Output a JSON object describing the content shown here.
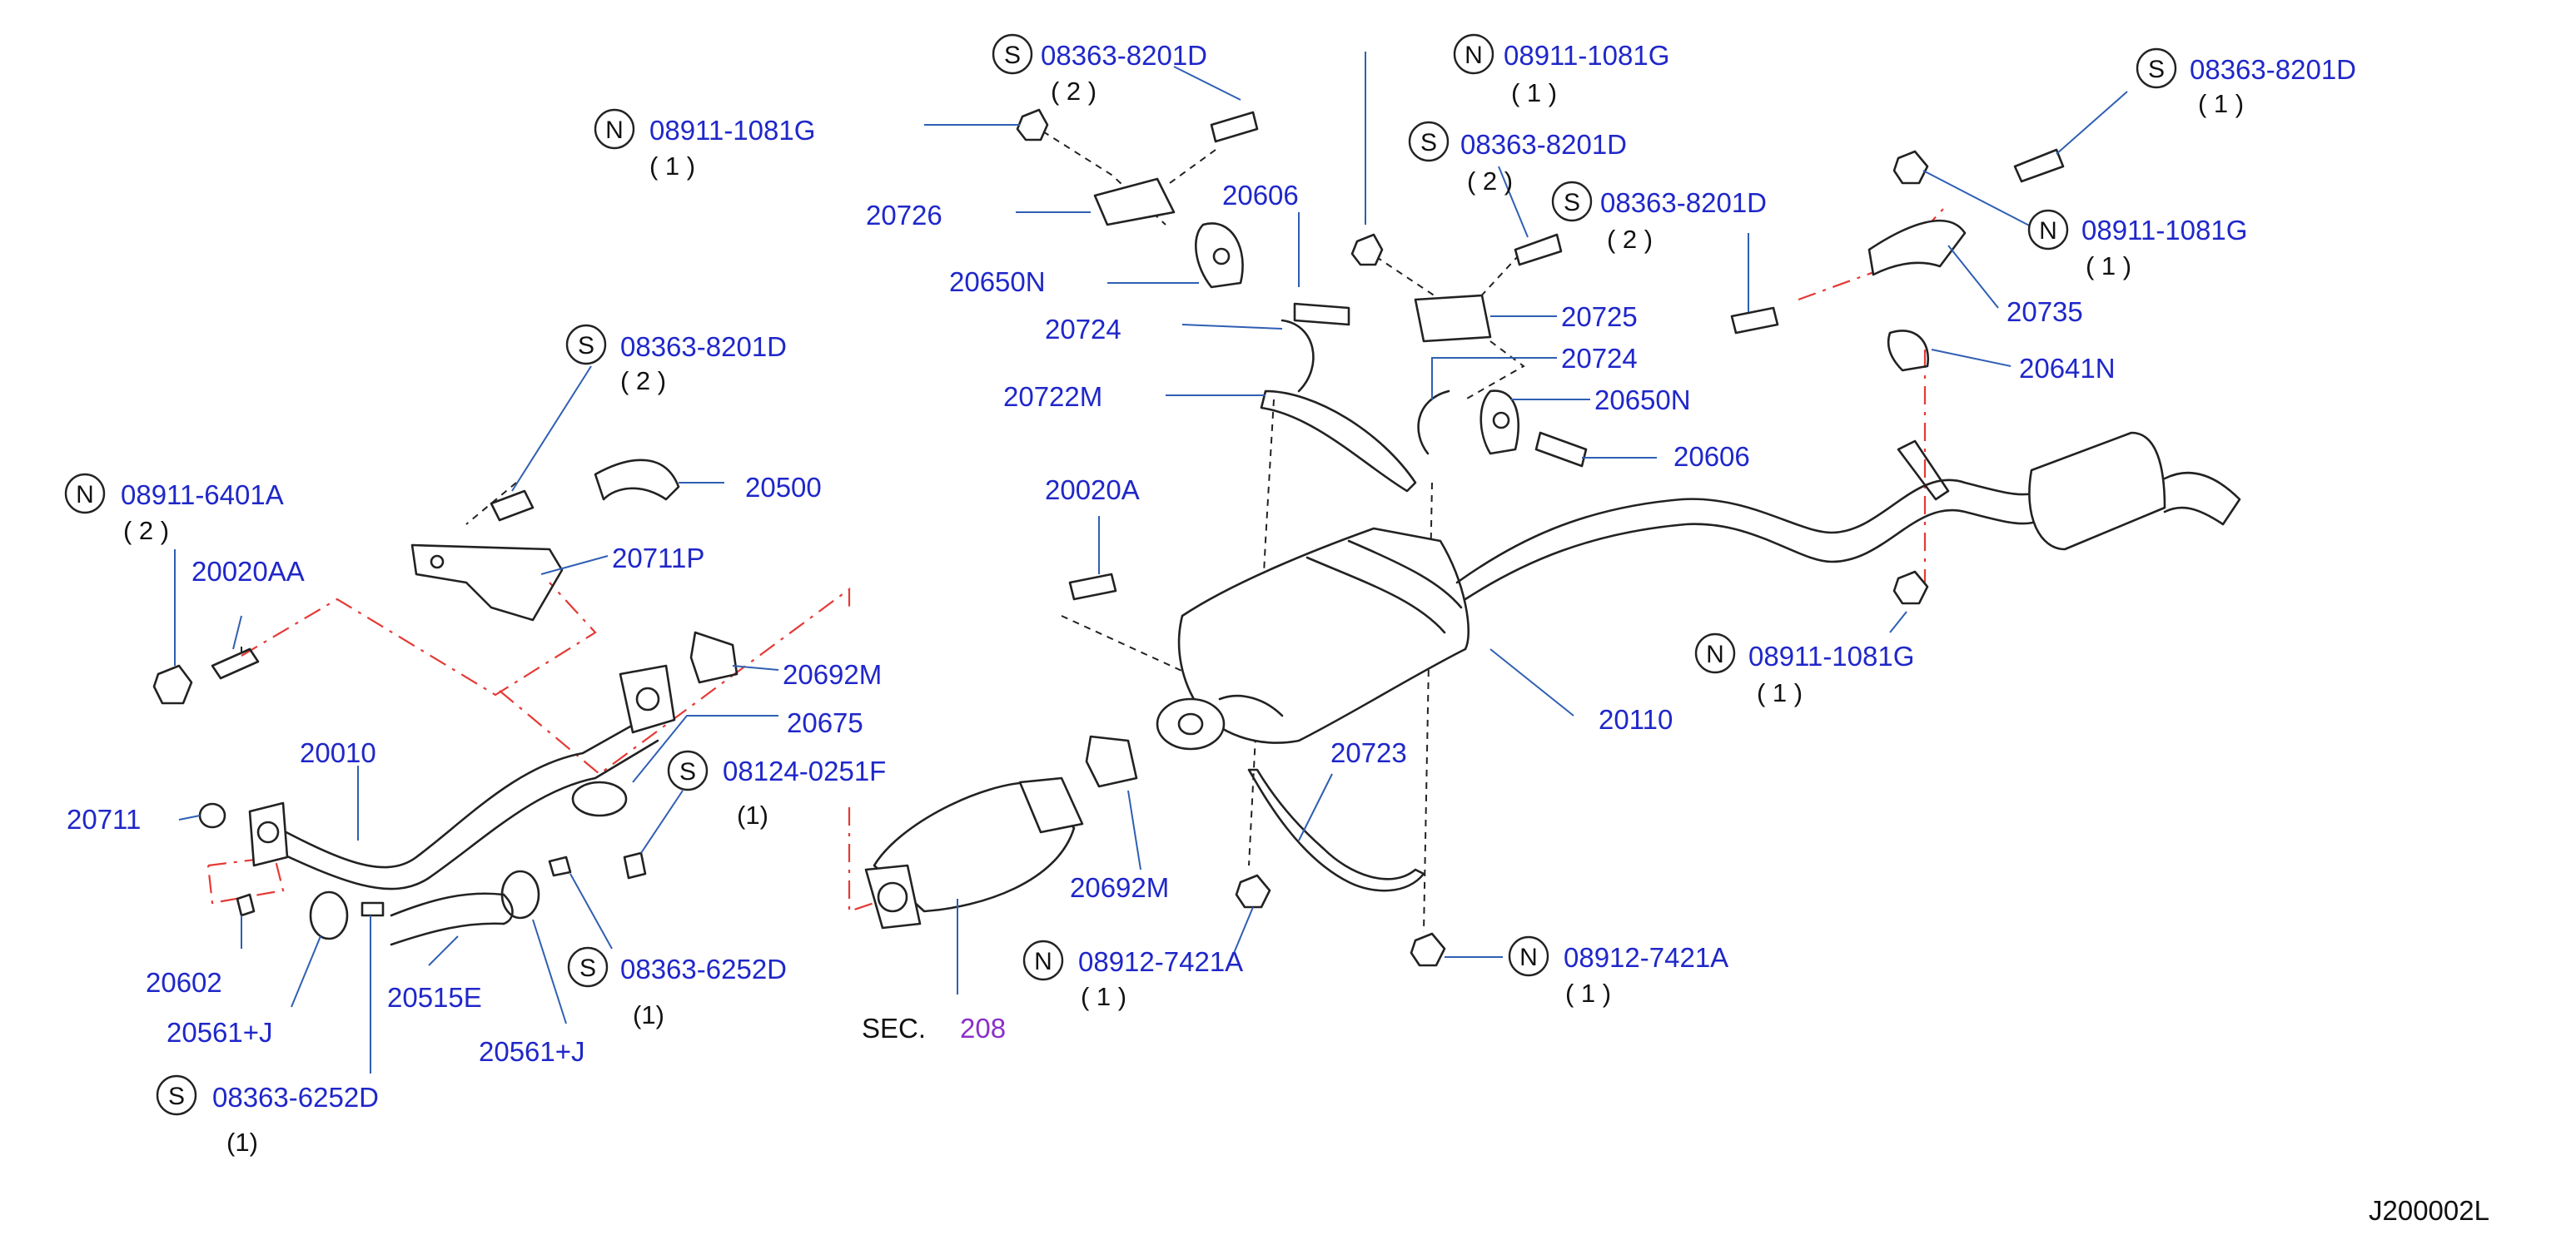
{
  "diagram_code": "J200002L",
  "section_ref": {
    "prefix": "SEC.",
    "number": "208"
  },
  "callouts": [
    {
      "id": "c1",
      "symbol": "S",
      "part": "08363-8201D",
      "qty": "( 2 )"
    },
    {
      "id": "c2",
      "symbol": "N",
      "part": "08911-1081G",
      "qty": "( 1 )"
    },
    {
      "id": "c3",
      "symbol": "N",
      "part": "08911-1081G",
      "qty": "( 1 )"
    },
    {
      "id": "c4",
      "symbol": "S",
      "part": "08363-8201D",
      "qty": "( 2 )"
    },
    {
      "id": "c5",
      "symbol": "S",
      "part": "08363-8201D",
      "qty": "( 2 )"
    },
    {
      "id": "c6",
      "symbol": "S",
      "part": "08363-8201D",
      "qty": "( 1 )"
    },
    {
      "id": "c7",
      "symbol": "N",
      "part": "08911-1081G",
      "qty": "( 1 )"
    },
    {
      "id": "c8",
      "symbol": "S",
      "part": "08363-8201D",
      "qty": "( 2 )"
    },
    {
      "id": "c9",
      "symbol": "N",
      "part": "08911-6401A",
      "qty": "( 2 )"
    },
    {
      "id": "c10",
      "symbol": "N",
      "part": "08911-1081G",
      "qty": "( 1 )"
    },
    {
      "id": "c11",
      "symbol": "S",
      "part": "08124-0251F",
      "qty": "(1)"
    },
    {
      "id": "c12",
      "symbol": "S",
      "part": "08363-6252D",
      "qty": "(1)"
    },
    {
      "id": "c13",
      "symbol": "N",
      "part": "08912-7421A",
      "qty": "( 1 )"
    },
    {
      "id": "c14",
      "symbol": "N",
      "part": "08912-7421A",
      "qty": "( 1 )"
    },
    {
      "id": "c15",
      "symbol": "S",
      "part": "08363-6252D",
      "qty": "(1)"
    }
  ],
  "part_labels": [
    {
      "id": "p20726",
      "text": "20726"
    },
    {
      "id": "p20606a",
      "text": "20606"
    },
    {
      "id": "p20650Na",
      "text": "20650N"
    },
    {
      "id": "p20724a",
      "text": "20724"
    },
    {
      "id": "p20722M",
      "text": "20722M"
    },
    {
      "id": "p20725",
      "text": "20725"
    },
    {
      "id": "p20724b",
      "text": "20724"
    },
    {
      "id": "p20650Nb",
      "text": "20650N"
    },
    {
      "id": "p20606b",
      "text": "20606"
    },
    {
      "id": "p20735",
      "text": "20735"
    },
    {
      "id": "p20641N",
      "text": "20641N"
    },
    {
      "id": "p20500",
      "text": "20500"
    },
    {
      "id": "p20711P",
      "text": "20711P"
    },
    {
      "id": "p20020AA",
      "text": "20020AA"
    },
    {
      "id": "p20692Ma",
      "text": "20692M"
    },
    {
      "id": "p20675",
      "text": "20675"
    },
    {
      "id": "p20010",
      "text": "20010"
    },
    {
      "id": "p20711",
      "text": "20711"
    },
    {
      "id": "p20602",
      "text": "20602"
    },
    {
      "id": "p20561Ja",
      "text": "20561+J"
    },
    {
      "id": "p20515E",
      "text": "20515E"
    },
    {
      "id": "p20561Jb",
      "text": "20561+J"
    },
    {
      "id": "p20020A",
      "text": "20020A"
    },
    {
      "id": "p20110",
      "text": "20110"
    },
    {
      "id": "p20723",
      "text": "20723"
    },
    {
      "id": "p20692Mb",
      "text": "20692M"
    }
  ]
}
